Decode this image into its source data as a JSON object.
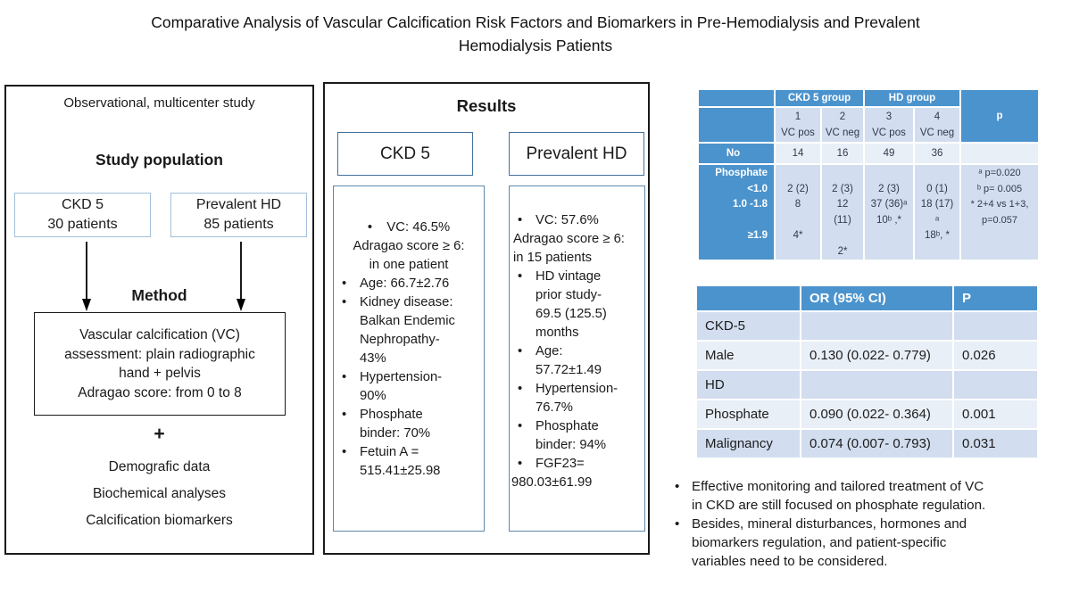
{
  "title": "Comparative Analysis of Vascular Calcification Risk Factors and Biomarkers in Pre-Hemodialysis and Prevalent\nHemodialysis Patients",
  "colors": {
    "table_header_blue": "#4b93cd",
    "band_dark": "#d2deef",
    "band_light": "#e9eff7",
    "box_border_dark": "#41719c",
    "box_border_light": "#a3bfd9"
  },
  "glyphs": {
    "bullet": "•"
  },
  "left_panel": {
    "subtitle": "Observational, multicenter study",
    "population_heading": "Study population",
    "groups": [
      {
        "text": "CKD 5\n30 patients"
      },
      {
        "text": "Prevalent HD\n85 patients"
      }
    ],
    "method_heading": "Method",
    "method_box": "Vascular calcification (VC)\nassessment: plain radiographic\nhand + pelvis\nAdragao score:  from 0 to 8",
    "plus": "+",
    "extras": [
      "Demografic data",
      "Biochemical analyses",
      "Calcification biomarkers"
    ]
  },
  "results": {
    "heading": "Results",
    "ckd": {
      "header": "CKD 5",
      "lead": "•    VC: 46.5%\nAdragao score ≥ 6:\nin one patient",
      "items": [
        "Age: 66.7±2.76",
        "Kidney disease:\nBalkan Endemic\nNephropathy-\n43%",
        "Hypertension-\n90%",
        "Phosphate\nbinder: 70%",
        "Fetuin A =\n515.41±25.98"
      ]
    },
    "hd": {
      "header": "Prevalent HD",
      "lead_bullet_text": "VC: 57.6%",
      "lead_flush": "Adragao score ≥ 6:\nin 15 patients",
      "items": [
        "HD vintage\nprior study-\n69.5 (125.5)\nmonths",
        "Age:\n57.72±1.49",
        "Hypertension-\n76.7%",
        "Phosphate\nbinder: 94%",
        "FGF23="
      ],
      "overflow": "980.03±61.99"
    }
  },
  "phosphate_table": {
    "corner": "",
    "group_headers": [
      "CKD 5 group",
      "HD group"
    ],
    "p_header": "p",
    "sub_headers": [
      "1\nVC pos",
      "2\nVC neg",
      "3\nVC pos",
      "4\nVC neg"
    ],
    "no_row": {
      "label": "No",
      "values": [
        "14",
        "16",
        "49",
        "36"
      ],
      "p": ""
    },
    "phosphate_row": {
      "label": "Phosphate\n<1.0\n1.0 -1.8\n\n≥1.9",
      "values": [
        "\n2 (2)\n8\n\n4*",
        "\n2 (3)\n12\n(11)\n\n2*",
        "\n2 (3)\n37 (36)ᵃ\n10ᵇ ,*",
        "\n0 (1)\n18 (17)\nᵃ\n18ᵇ, *"
      ],
      "p_note": "ᵃ p=0.020\nᵇ p= 0.005\n* 2+4 vs 1+3,\np=0.057"
    }
  },
  "or_table": {
    "headers": {
      "label": "",
      "or": "OR (95% CI)",
      "p": "P"
    },
    "rows": [
      {
        "label": "CKD-5",
        "or": "",
        "p": ""
      },
      {
        "label": "Male",
        "or": "0.130 (0.022- 0.779)",
        "p": "0.026"
      },
      {
        "label": "HD",
        "or": "",
        "p": ""
      },
      {
        "label": "Phosphate",
        "or": "0.090 (0.022- 0.364)",
        "p": "0.001"
      },
      {
        "label": "Malignancy",
        "or": "0.074 (0.007- 0.793)",
        "p": "0.031"
      }
    ]
  },
  "conclusions": {
    "items": [
      "Effective monitoring and tailored treatment of VC\nin CKD are still focused on phosphate regulation.",
      "Besides, mineral disturbances, hormones and\nbiomarkers regulation, and patient-specific\nvariables need to be considered."
    ]
  }
}
